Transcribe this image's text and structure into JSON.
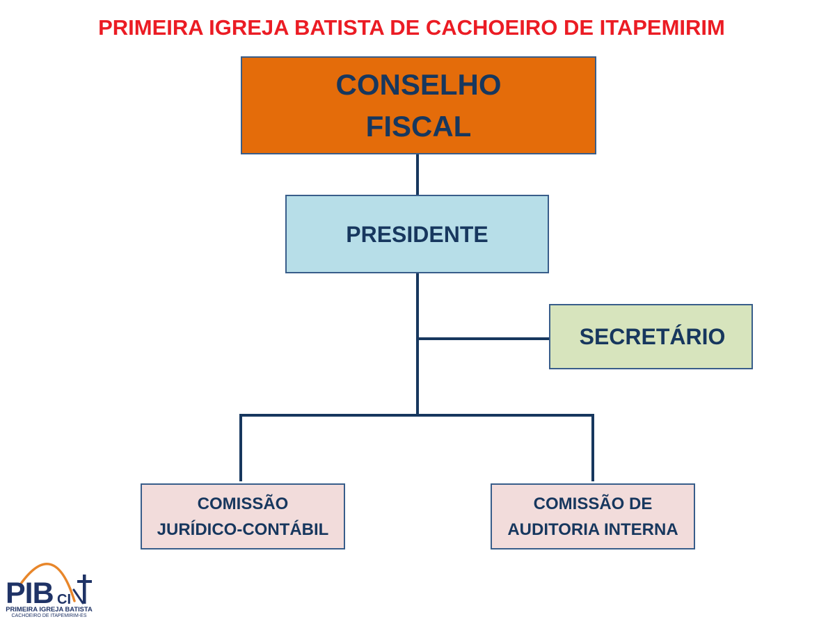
{
  "title": "PRIMEIRA IGREJA BATISTA DE CACHOEIRO DE ITAPEMIRIM",
  "colors": {
    "title": "#EB1C24",
    "text": "#17375E",
    "connector": "#17375E",
    "border": "#385D8A",
    "conselho_fill": "#E46C0A",
    "presidente_fill": "#B7DEE8",
    "secretario_fill": "#D7E4BD",
    "comissao_fill": "#F2DCDB",
    "logo_navy": "#1F3366",
    "logo_orange": "#E8862A",
    "background": "#FFFFFF"
  },
  "nodes": {
    "conselho_fiscal": {
      "lines": [
        "CONSELHO",
        "FISCAL"
      ]
    },
    "presidente": {
      "label": "PRESIDENTE"
    },
    "secretario": {
      "label": "SECRETÁRIO"
    },
    "comissao_juridico_contabil": {
      "lines": [
        "COMISSÃO",
        "JURÍDICO-CONTÁBIL"
      ]
    },
    "comissao_auditoria_interna": {
      "lines": [
        "COMISSÃO DE",
        "AUDITORIA INTERNA"
      ]
    }
  },
  "logo": {
    "mark": "PIB",
    "mark_small": "CI",
    "name": "PRIMEIRA IGREJA BATISTA",
    "location": "CACHOEIRO DE ITAPEMIRIM-ES",
    "icons": {
      "cross": "cross-icon",
      "swoosh": "arc-swoosh-icon"
    }
  }
}
